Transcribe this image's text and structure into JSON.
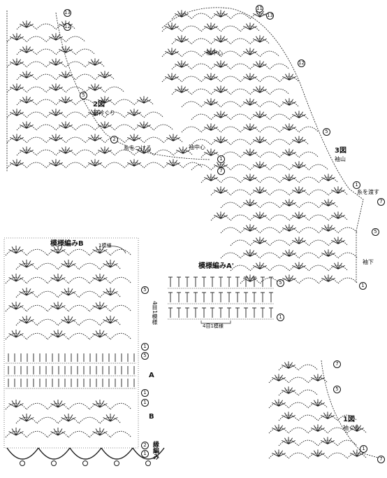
{
  "fig2": {
    "title": "2図",
    "subtitle": "前衿ぐり",
    "attach": "糸をつける",
    "center": "袖中心"
  },
  "fig3": {
    "title": "3図",
    "subtitle": "袖山",
    "center": "袖中心",
    "transfer": "糸を渡す",
    "underarm": "袖下"
  },
  "figB": {
    "title": "模様編みB",
    "repeat": "1模様",
    "side": "4目1模様",
    "sec_a": "A",
    "sec_b": "B",
    "edge": "縁編み"
  },
  "figA2": {
    "title": "模様編みA'",
    "repeat": "4目1模様"
  },
  "fig1": {
    "title": "1図",
    "subtitle": "袖ぐり"
  },
  "rows": {
    "r1": "1",
    "r2": "2",
    "r5": "5",
    "r7": "7",
    "r11": "11",
    "r12": "12",
    "r13": "13"
  }
}
